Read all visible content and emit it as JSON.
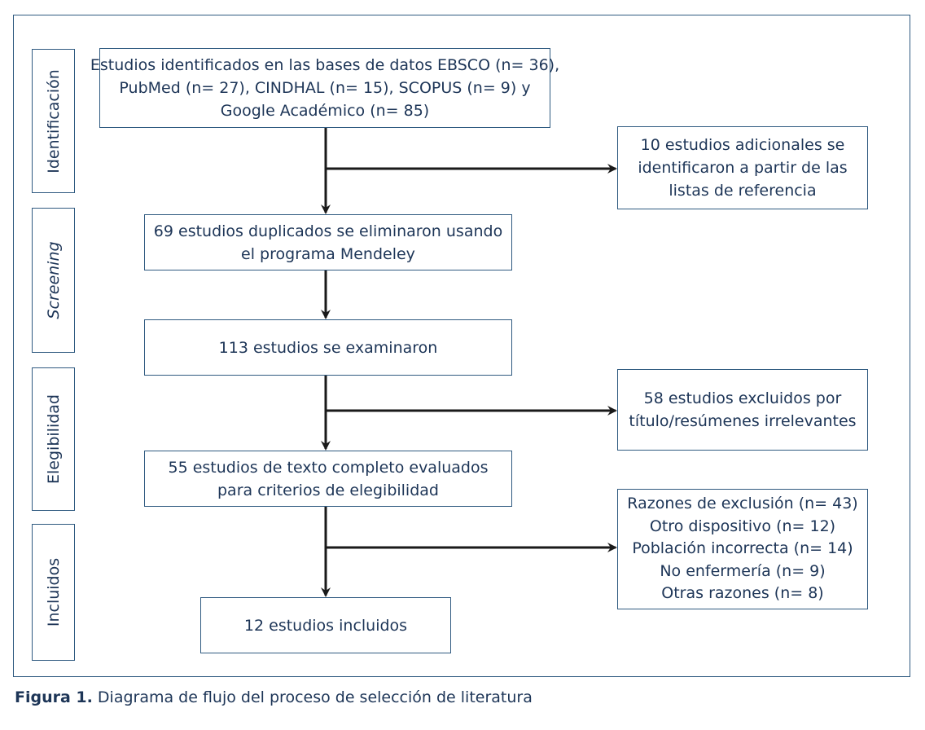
{
  "stages": {
    "identificacion": "Identificación",
    "screening": "Screening",
    "elegibilidad": "Elegibilidad",
    "incluidos": "Incluidos"
  },
  "boxes": {
    "identified": [
      "Estudios identificados en las bases de datos EBSCO (n= 36),",
      "PubMed (n= 27), CINDHAL (n= 15), SCOPUS (n= 9) y",
      "Google Académico (n= 85)"
    ],
    "additional": [
      "10 estudios adicionales se",
      "identificaron a partir de las",
      "listas de referencia"
    ],
    "duplicates": [
      "69 estudios duplicados se eliminaron usando",
      "el programa Mendeley"
    ],
    "examined": [
      "113 estudios se examinaron"
    ],
    "excluded": [
      "58 estudios excluidos por",
      "título/resúmenes irrelevantes"
    ],
    "fulltext": [
      "55 estudios de texto completo evaluados",
      "para criterios de elegibilidad"
    ],
    "reasons": [
      "Razones de exclusión (n= 43)",
      "Otro dispositivo (n= 12)",
      "Población incorrecta (n= 14)",
      "No enfermería (n= 9)",
      "Otras razones (n= 8)"
    ],
    "included": [
      "12 estudios incluidos"
    ]
  },
  "caption": {
    "label": "Figura 1.",
    "text": " Diagrama de flujo del proceso de selección de literatura"
  },
  "colors": {
    "border": "#2f5a80",
    "text": "#1d3557",
    "arrow": "#1a1a1a"
  }
}
